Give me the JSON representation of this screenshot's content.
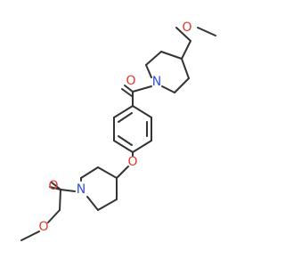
{
  "atoms": {
    "o_ketone_top": "O",
    "n_top": "N",
    "o_methoxy_top": "O",
    "o_ether": "O",
    "n_bottom": "N",
    "o_ketone_bottom": "O",
    "o_methoxy_bottom": "O"
  },
  "colors": {
    "bond": "#333333",
    "oxygen": "#e0362b",
    "nitrogen": "#3050d8"
  }
}
